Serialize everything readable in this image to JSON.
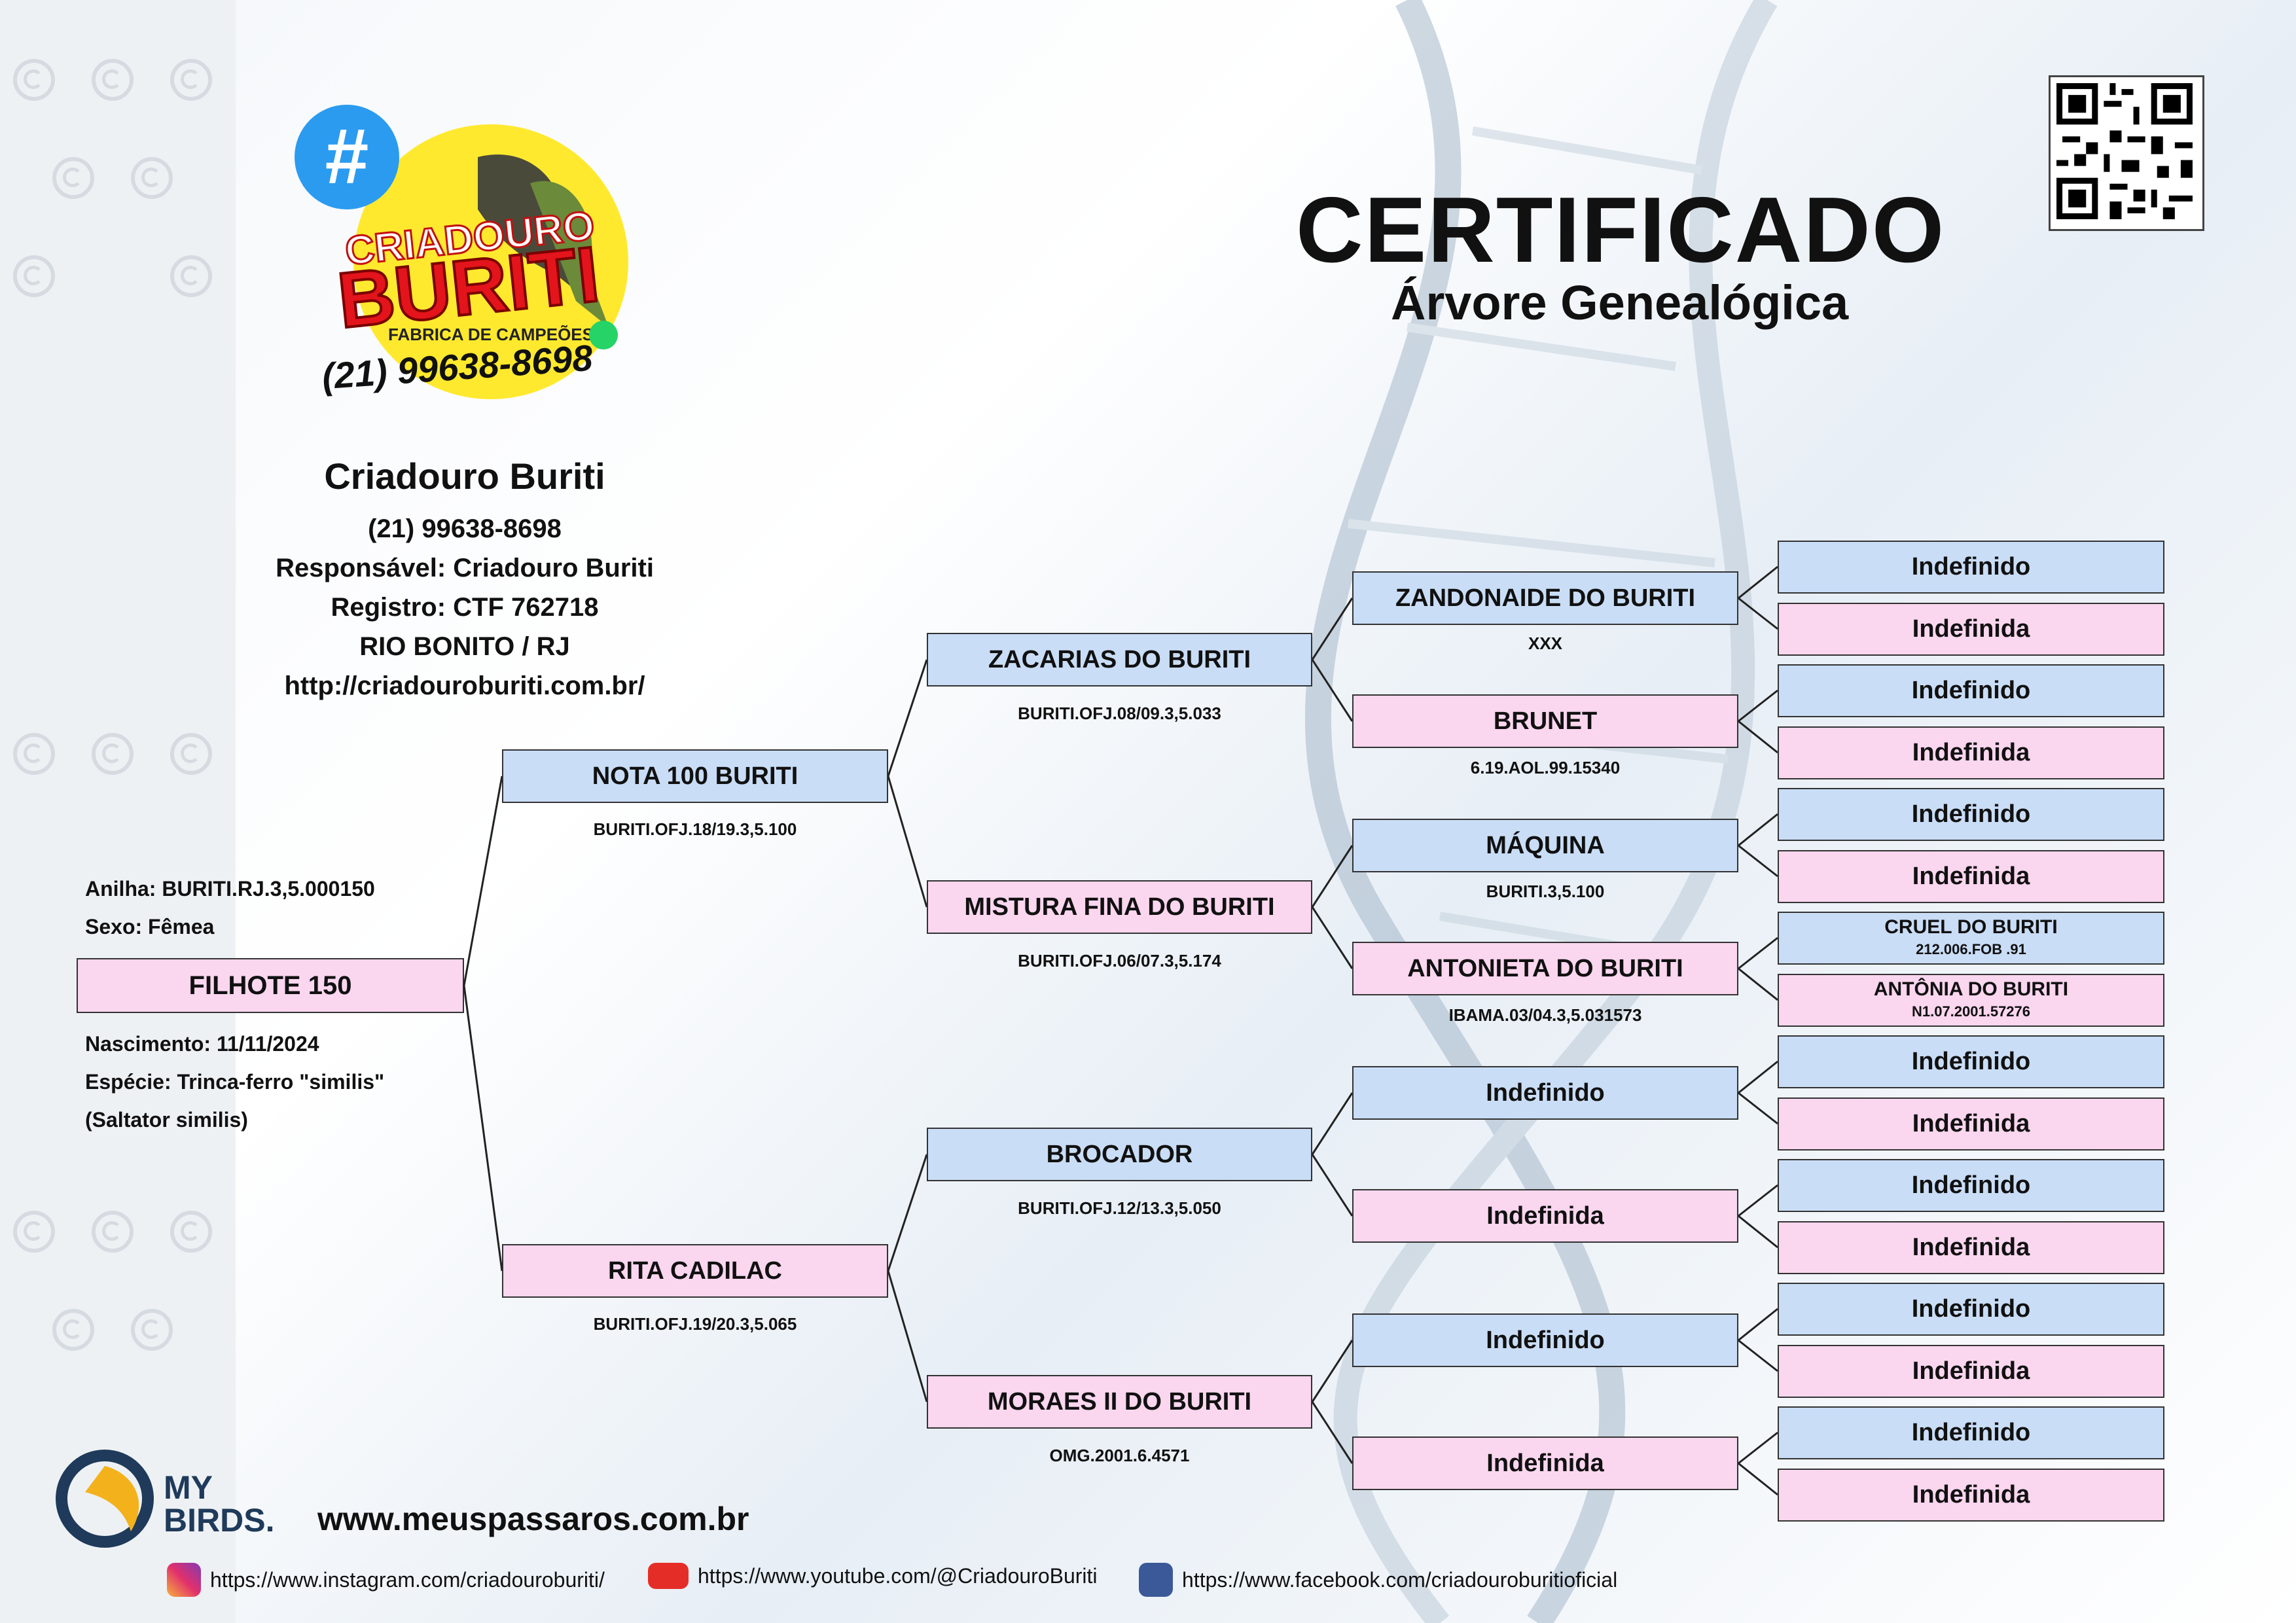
{
  "header": {
    "title": "CERTIFICADO",
    "subtitle": "Árvore Genealógica"
  },
  "logo": {
    "text1": "CRIADOURO",
    "text2": "BURITI",
    "text3": "FABRICA DE CAMPEÕES",
    "phone": "(21) 99638-8698",
    "hash": "#"
  },
  "breeder": {
    "name": "Criadouro Buriti",
    "phone": "(21) 99638-8698",
    "responsavel": "Responsável: Criadouro Buriti",
    "registro": "Registro: CTF 762718",
    "cidade": "RIO BONITO / RJ",
    "site": "http://criadouroburiti.com.br/"
  },
  "bird": {
    "anilha": "Anilha: BURITI.RJ.3,5.000150",
    "sexo": "Sexo: Fêmea",
    "name": "FILHOTE 150",
    "nascimento": "Nascimento: 11/11/2024",
    "especie": "Espécie: Trinca-ferro \"similis\"",
    "cientifico": "(Saltator similis)"
  },
  "parents": {
    "father": {
      "name": "NOTA 100 BURITI",
      "ring": "BURITI.OFJ.18/19.3,5.100"
    },
    "mother": {
      "name": "RITA CADILAC",
      "ring": "BURITI.OFJ.19/20.3,5.065"
    }
  },
  "grandparents": [
    {
      "name": "ZACARIAS DO BURITI",
      "ring": "BURITI.OFJ.08/09.3,5.033"
    },
    {
      "name": "MISTURA FINA DO BURITI",
      "ring": "BURITI.OFJ.06/07.3,5.174"
    },
    {
      "name": "BROCADOR",
      "ring": "BURITI.OFJ.12/13.3,5.050"
    },
    {
      "name": "MORAES II DO BURITI",
      "ring": "OMG.2001.6.4571"
    }
  ],
  "great_grandparents": [
    {
      "name": "ZANDONAIDE DO BURITI",
      "ring": "XXX"
    },
    {
      "name": "BRUNET",
      "ring": "6.19.AOL.99.15340"
    },
    {
      "name": "MÁQUINA",
      "ring": "BURITI.3,5.100"
    },
    {
      "name": "ANTONIETA DO BURITI",
      "ring": "IBAMA.03/04.3,5.031573"
    },
    {
      "name": "Indefinido",
      "ring": ""
    },
    {
      "name": "Indefinida",
      "ring": ""
    },
    {
      "name": "Indefinido",
      "ring": ""
    },
    {
      "name": "Indefinida",
      "ring": ""
    }
  ],
  "gen4": [
    {
      "name": "Indefinido",
      "ring": ""
    },
    {
      "name": "Indefinida",
      "ring": ""
    },
    {
      "name": "Indefinido",
      "ring": ""
    },
    {
      "name": "Indefinida",
      "ring": ""
    },
    {
      "name": "Indefinido",
      "ring": ""
    },
    {
      "name": "Indefinida",
      "ring": ""
    },
    {
      "name": "CRUEL DO BURITI",
      "ring": "212.006.FOB .91"
    },
    {
      "name": "ANTÔNIA DO BURITI",
      "ring": "N1.07.2001.57276"
    },
    {
      "name": "Indefinido",
      "ring": ""
    },
    {
      "name": "Indefinida",
      "ring": ""
    },
    {
      "name": "Indefinido",
      "ring": ""
    },
    {
      "name": "Indefinida",
      "ring": ""
    },
    {
      "name": "Indefinido",
      "ring": ""
    },
    {
      "name": "Indefinida",
      "ring": ""
    },
    {
      "name": "Indefinido",
      "ring": ""
    },
    {
      "name": "Indefinida",
      "ring": ""
    }
  ],
  "footer": {
    "brand1": "MY",
    "brand2": "BIRDS.",
    "website": "www.meuspassaros.com.br",
    "instagram": "https://www.instagram.com/criadouroburiti/",
    "youtube": "https://www.youtube.com/@CriadouroBuriti",
    "facebook": "https://www.facebook.com/criadouroburitioficial"
  },
  "colors": {
    "male": "#c9ddf6",
    "female": "#fad6ef",
    "logo_yellow": "#ffe92e",
    "logo_red": "#e3141b"
  }
}
